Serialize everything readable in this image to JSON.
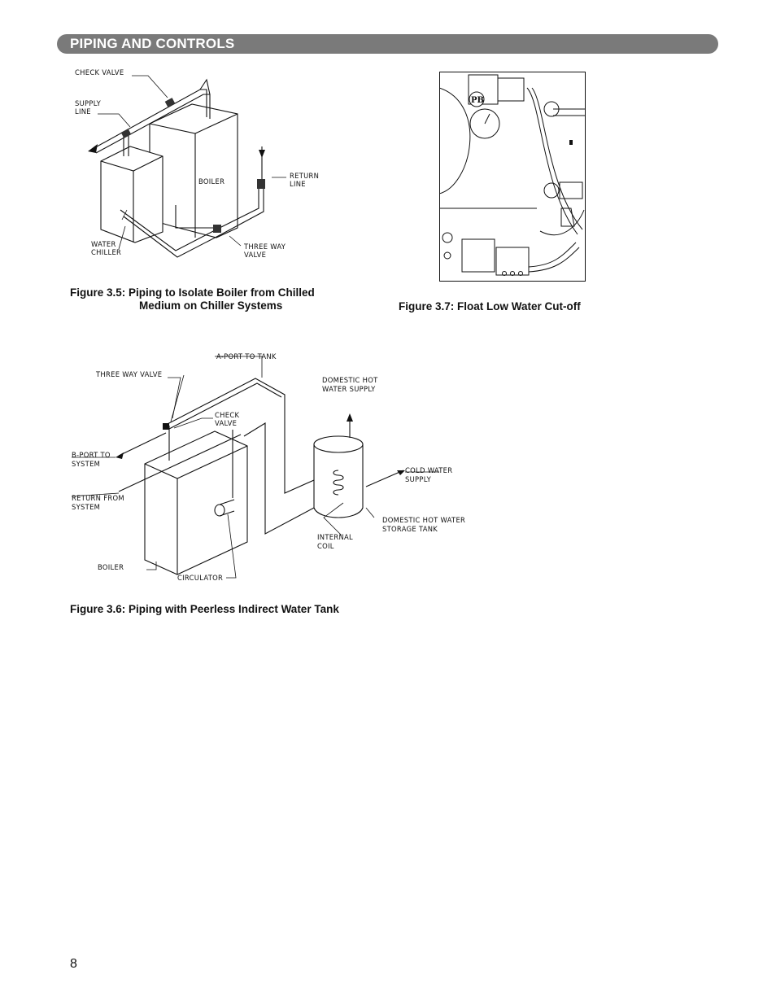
{
  "header": {
    "section_title": "PIPING AND CONTROLS"
  },
  "fig35": {
    "label_number": "Figure 3.5:",
    "caption_line1": "Piping to Isolate Boiler from Chilled",
    "caption_line2": "Medium on Chiller Systems",
    "labels": {
      "check_valve": "CHECK VALVE",
      "supply_1": "SUPPLY",
      "supply_2": "LINE",
      "boiler": "BOILER",
      "return_1": "RETURN",
      "return_2": "LINE",
      "chiller_1": "WATER",
      "chiller_2": "CHILLER",
      "threeway_1": "THREE WAY",
      "threeway_2": "VALVE"
    }
  },
  "fig37": {
    "caption": "Figure 3.7: Float Low Water Cut-off",
    "logo_text": "PB"
  },
  "fig36": {
    "caption": "Figure 3.6: Piping with Peerless Indirect Water Tank",
    "labels": {
      "aport": "A-PORT TO TANK",
      "threeway": "THREE WAY VALVE",
      "dhw_1": "DOMESTIC HOT",
      "dhw_2": "WATER SUPPLY",
      "check_1": "CHECK",
      "check_2": "VALVE",
      "bport_1": "B-PORT TO",
      "bport_2": "SYSTEM",
      "cold_1": "COLD WATER",
      "cold_2": "SUPPLY",
      "return_1": "RETURN FROM",
      "return_2": "SYSTEM",
      "storage_1": "DOMESTIC HOT WATER",
      "storage_2": "STORAGE TANK",
      "coil_1": "INTERNAL",
      "coil_2": "COIL",
      "boiler": "BOILER",
      "circulator": "CIRCULATOR"
    }
  },
  "footer": {
    "page_number": "8"
  }
}
